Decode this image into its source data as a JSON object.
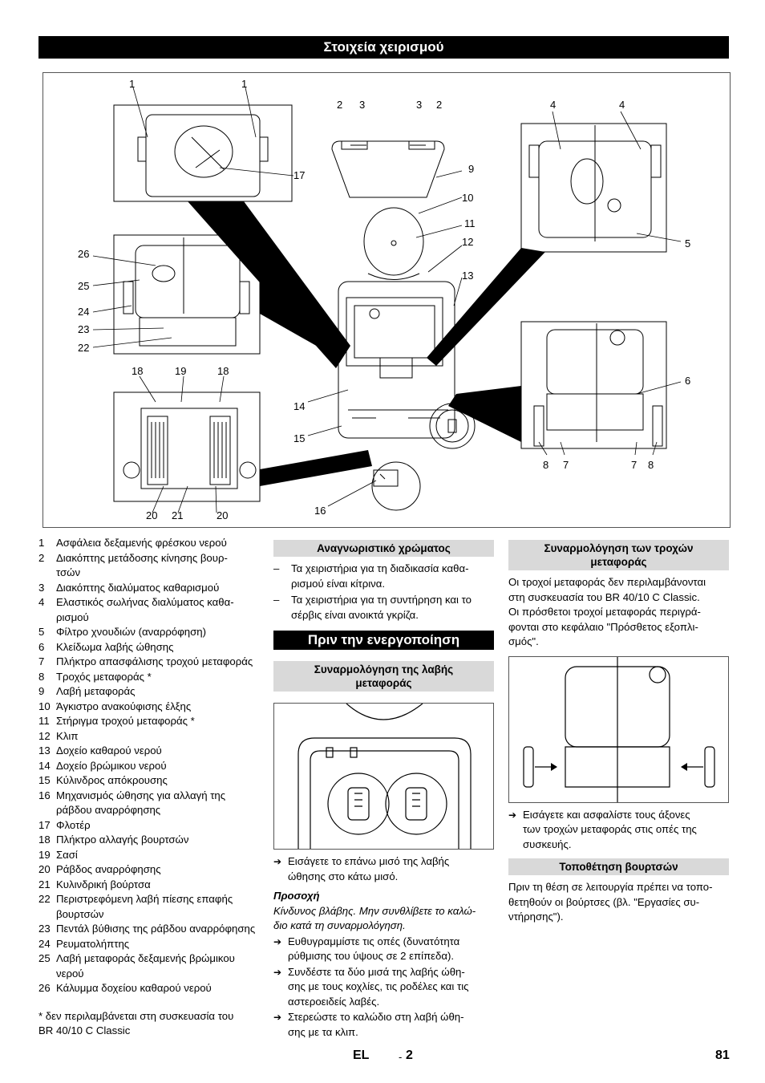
{
  "page_title": "Στοιχεία χειρισμού",
  "callouts": [
    "1",
    "1",
    "17",
    "26",
    "25",
    "24",
    "23",
    "22",
    "18",
    "19",
    "18",
    "20",
    "21",
    "20",
    "2",
    "3",
    "3",
    "2",
    "9",
    "10",
    "11",
    "12",
    "13",
    "14",
    "15",
    "16",
    "4",
    "4",
    "5",
    "6",
    "8",
    "7",
    "7",
    "8"
  ],
  "legend": [
    {
      "n": "1",
      "t": "Ασφάλεια δεξαμενής φρέσκου νερού"
    },
    {
      "n": "2",
      "t": "Διακόπτης μετάδοσης κίνησης βουρ-\nτσών"
    },
    {
      "n": "3",
      "t": "Διακόπτης διαλύματος καθαρισμού"
    },
    {
      "n": "4",
      "t": "Ελαστικός σωλήνας διαλύματος καθα-\nρισμού"
    },
    {
      "n": "5",
      "t": "Φίλτρο χνουδιών (αναρρόφηση)"
    },
    {
      "n": "6",
      "t": "Κλείδωμα λαβής ώθησης"
    },
    {
      "n": "7",
      "t": "Πλήκτρο απασφάλισης τροχού μεταφοράς"
    },
    {
      "n": "8",
      "t": "Τροχός μεταφοράς *"
    },
    {
      "n": "9",
      "t": "Λαβή μεταφοράς"
    },
    {
      "n": "10",
      "t": "Άγκιστρο ανακούφισης έλξης"
    },
    {
      "n": "11",
      "t": "Στήριγμα τροχού μεταφοράς *"
    },
    {
      "n": "12",
      "t": "Κλιπ"
    },
    {
      "n": "13",
      "t": "Δοχείο καθαρού νερού"
    },
    {
      "n": "14",
      "t": "Δοχείο βρώμικου νερού"
    },
    {
      "n": "15",
      "t": "Κύλινδρος απόκρουσης"
    },
    {
      "n": "16",
      "t": "Μηχανισμός ώθησης για αλλαγή της\nράβδου αναρρόφησης"
    },
    {
      "n": "17",
      "t": "Φλοτέρ"
    },
    {
      "n": "18",
      "t": "Πλήκτρο αλλαγής βουρτσών"
    },
    {
      "n": "19",
      "t": "Σασί"
    },
    {
      "n": "20",
      "t": "Ράβδος αναρρόφησης"
    },
    {
      "n": "21",
      "t": "Κυλινδρική βούρτσα"
    },
    {
      "n": "22",
      "t": "Περιστρεφόμενη λαβή πίεσης επαφής\nβουρτσών"
    },
    {
      "n": "23",
      "t": "Πεντάλ βύθισης της ράβδου αναρρόφησης"
    },
    {
      "n": "24",
      "t": "Ρευματολήπτης"
    },
    {
      "n": "25",
      "t": "Λαβή μεταφοράς δεξαμενής βρώμικου\nνερού"
    },
    {
      "n": "26",
      "t": "Κάλυμμα δοχείου καθαρού νερού"
    }
  ],
  "footnote": "* δεν περιλαμβάνεται στη συσκευασία του\nBR 40/10 C Classic",
  "color_id": {
    "heading": "Αναγνωριστικό χρώματος",
    "items": [
      "Τα χειριστήρια για τη διαδικασία καθα-\nρισμού είναι κίτρινα.",
      "Τα χειριστήρια για τη συντήρηση και το\nσέρβις είναι ανοικτά γκρίζα."
    ]
  },
  "before_start": {
    "heading": "Πριν την ενεργοποίηση",
    "handle_heading": "Συναρμολόγηση της λαβής\nμεταφοράς",
    "step1": "Εισάγετε το επάνω μισό της λαβής\nώθησης στο κάτω μισό.",
    "caution": "Προσοχή",
    "caution_text": "Κίνδυνος βλάβης. Μην συνθλίβετε το καλώ-\nδιο κατά τη συναρμολόγηση.",
    "steps": [
      "Ευθυγραμμίστε τις οπές (δυνατότητα\nρύθμισης του ύψους σε 2 επίπεδα).",
      "Συνδέστε τα δύο μισά της λαβής ώθη-\nσης με τους κοχλίες, τις ροδέλες και τις\nαστεροειδείς λαβές.",
      "Στερεώστε το καλώδιο στη λαβή ώθη-\nσης με τα κλιπ."
    ]
  },
  "wheels": {
    "heading": "Συναρμολόγηση των τροχών\nμεταφοράς",
    "text": "Οι τροχοί μεταφοράς δεν περιλαμβάνονται\nστη συσκευασία του BR 40/10 C Classic.\nΟι πρόσθετοι τροχοί μεταφοράς περιγρά-\nφονται στο κεφάλαιο \"Πρόσθετος εξοπλι-\nσμός\".",
    "step": "Εισάγετε και ασφαλίστε τους άξονες\nτων τροχών μεταφοράς στις οπές της\nσυσκευής."
  },
  "brushes": {
    "heading": "Τοποθέτηση βουρτσών",
    "text": "Πριν τη θέση σε λειτουργία πρέπει να τοπο-\nθετηθούν οι βούρτσες (βλ. \"Εργασίες συ-\nντήρησης\")."
  },
  "footer": {
    "lang": "EL",
    "dash": "-",
    "num": "2",
    "page": "81"
  },
  "icons": {
    "bullet": "arrow-right-icon"
  }
}
